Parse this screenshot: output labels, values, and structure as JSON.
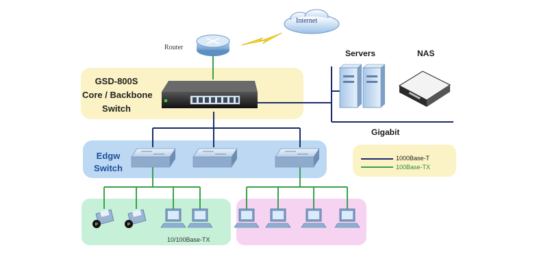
{
  "labels": {
    "core_switch_name": "GSD-800S",
    "core_switch_role_1": "Core / Backbone",
    "core_switch_role_2": "Switch",
    "edge_switch_1": "Edgw",
    "edge_switch_2": "Switch",
    "router": "Router",
    "internet": "Internet",
    "servers": "Servers",
    "nas": "NAS",
    "gigabit": "Gigabit",
    "access_speed": "10/100Base-TX"
  },
  "legend": [
    {
      "label": "1000Base-T",
      "color": "#1a2b6b"
    },
    {
      "label": "100Base-TX",
      "color": "#3aa04a"
    }
  ],
  "colors": {
    "core_zone": "#fbf3c5",
    "edge_zone": "#bcd8f2",
    "left_access_zone": "#c7f0d8",
    "right_access_zone": "#f6d3f1",
    "legend_zone": "#fbf3c5",
    "gigabit_link": "#1a2b6b",
    "fast_link": "#3aa04a"
  },
  "icons": {
    "router": "router-icon",
    "cloud": "internet-cloud-icon",
    "wireless": "lightning-icon",
    "core_switch": "core-switch-icon",
    "edge_switch": "edge-switch-icon",
    "server": "server-icon",
    "nas": "nas-icon",
    "ip_phone": "ip-phone-icon",
    "computer": "computer-icon"
  }
}
